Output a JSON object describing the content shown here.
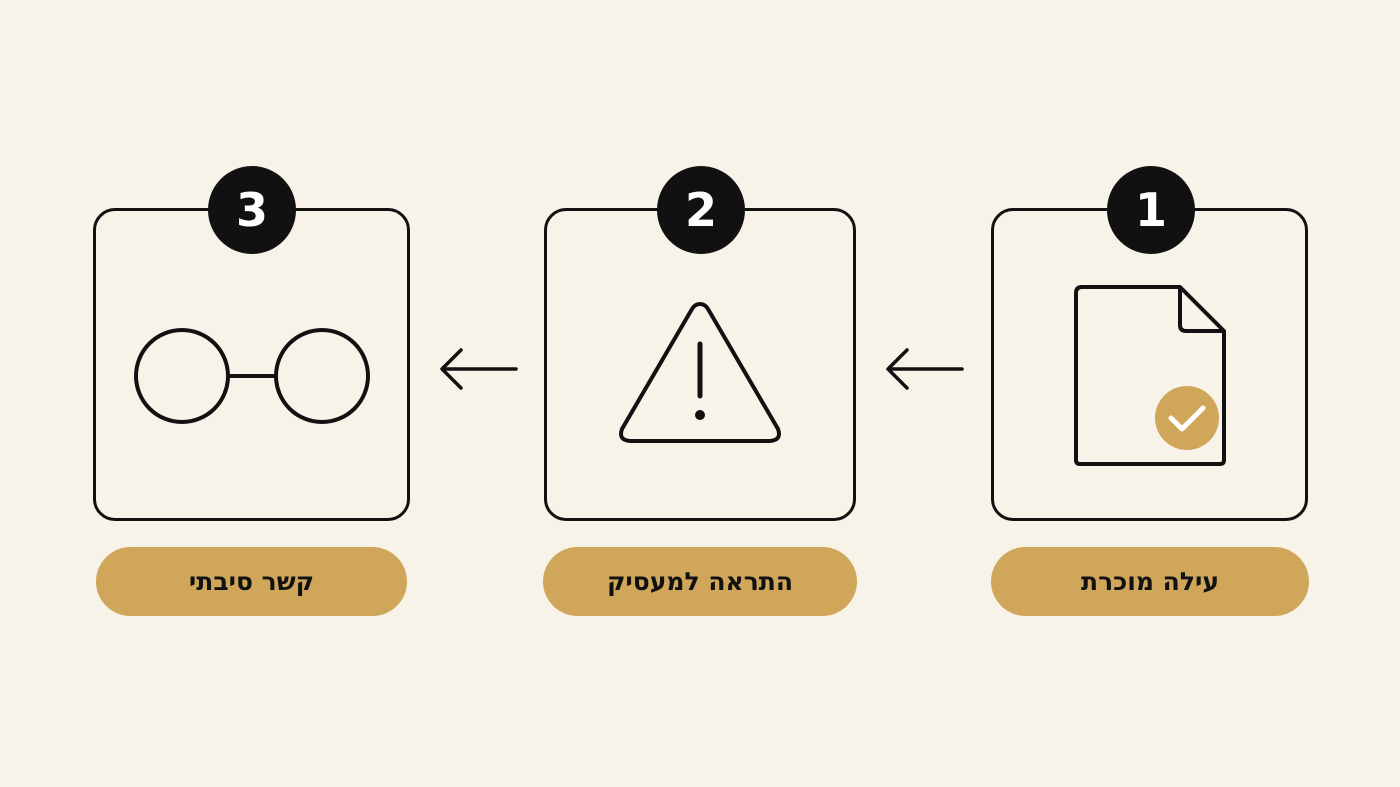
{
  "steps": [
    {
      "number": "1",
      "label": "עילה מוכרת",
      "icon": "document-check-icon"
    },
    {
      "number": "2",
      "label": "התראה למעסיק",
      "icon": "warning-triangle-icon"
    },
    {
      "number": "3",
      "label": "קשר סיבתי",
      "icon": "linked-circles-icon"
    }
  ],
  "connectors": [
    {
      "icon": "arrow-left-icon"
    },
    {
      "icon": "arrow-left-icon"
    }
  ],
  "colors": {
    "background": "#f7f3e8",
    "outline": "#111111",
    "accent": "#cfa65a",
    "badge_text": "#ffffff"
  }
}
